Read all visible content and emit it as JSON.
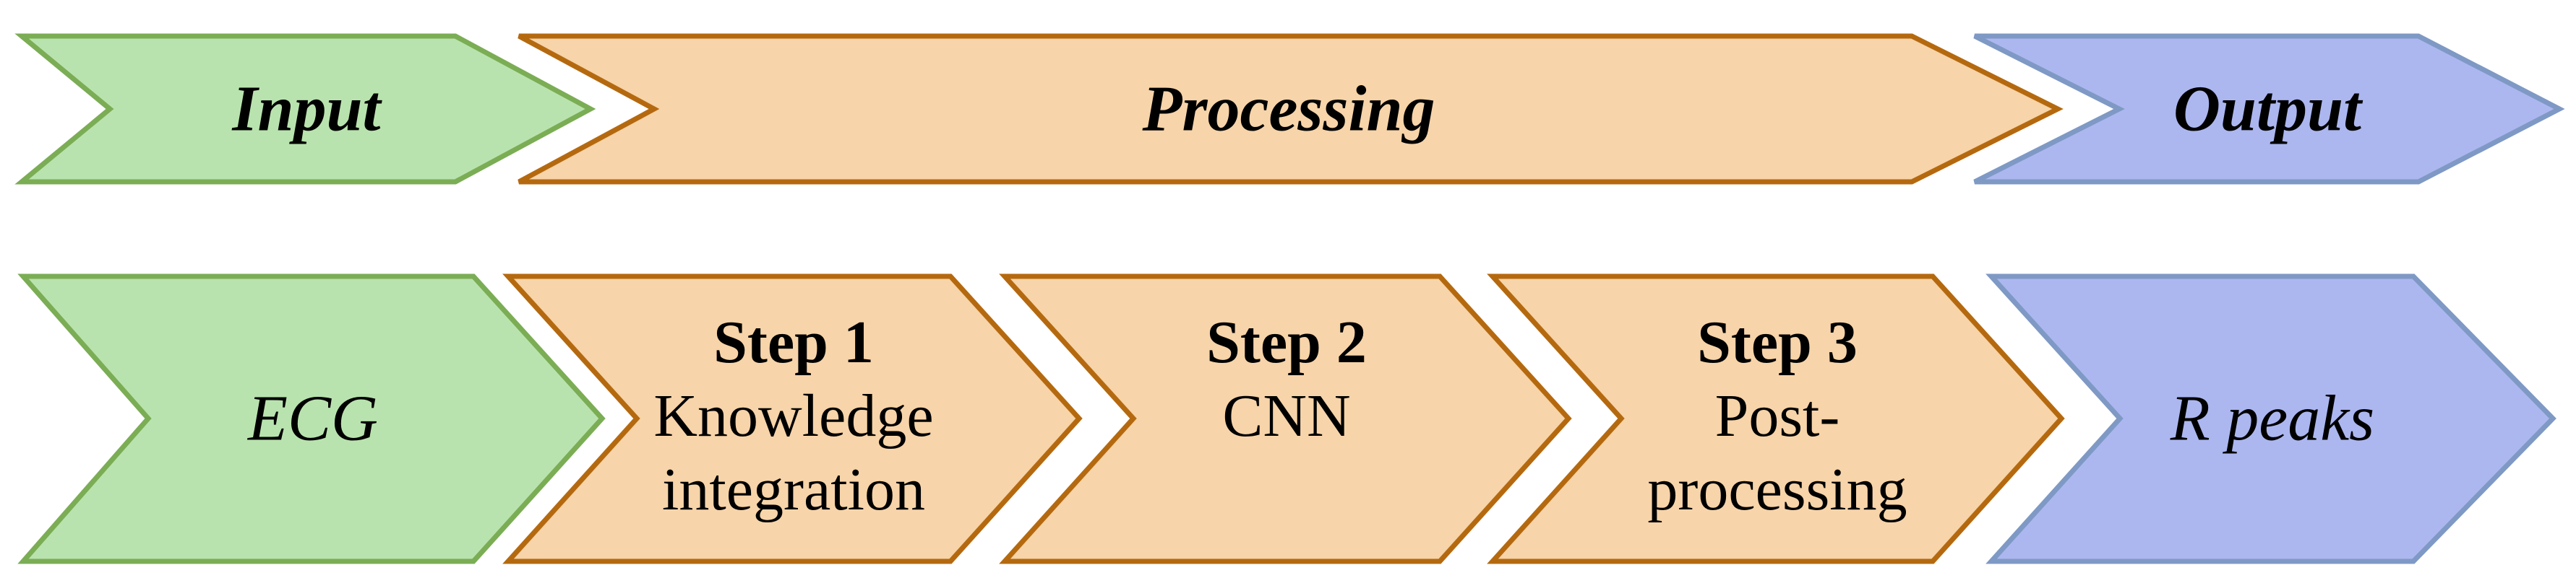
{
  "title_row": {
    "input": {
      "label": "Input"
    },
    "processing": {
      "label": "Processing"
    },
    "output": {
      "label": "Output"
    }
  },
  "flow_row": {
    "source": {
      "label": "ECG"
    },
    "steps": [
      {
        "title": "Step 1",
        "lines": [
          "Knowledge",
          "integration"
        ]
      },
      {
        "title": "Step 2",
        "lines": [
          "CNN"
        ]
      },
      {
        "title": "Step 3",
        "lines": [
          "Post-",
          "processing"
        ]
      }
    ],
    "result": {
      "label": "R peaks"
    }
  },
  "colors": {
    "stage_green_fill": "#B9E3AE",
    "stage_green_border": "#7BAD55",
    "stage_orange_fill": "#F7D4A9",
    "stage_orange_border": "#B5690F",
    "stage_blue_fill": "#ACB7F0",
    "stage_blue_border": "#7F99C5",
    "text": "#000000",
    "background": "#FFFFFF"
  }
}
